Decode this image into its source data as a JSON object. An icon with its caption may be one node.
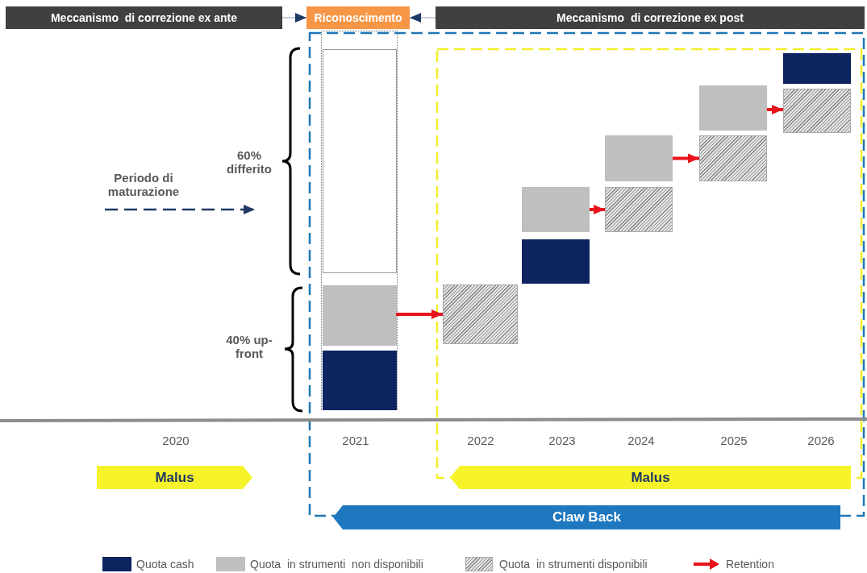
{
  "diagram": {
    "nodes": [
      {
        "text": [
          "Meccanismo  di correzione ex ante"
        ]
      },
      {
        "text": [
          "Riconoscimento"
        ]
      },
      {
        "text": [
          "Meccanismo  di correzione ex post"
        ]
      },
      {
        "text": [
          "Periodo di maturazione"
        ]
      },
      {
        "text": [
          "60% differito"
        ]
      },
      {
        "text": [
          "40% up-front"
        ]
      },
      {
        "text": [],
        "shape": "box"
      },
      {
        "text": [],
        "shape": "box",
        "in": 6
      },
      {
        "text": [],
        "shape": "box",
        "in": 6
      },
      {
        "text": [],
        "shape": "box",
        "in": 6
      },
      {
        "text": [],
        "shape": "box"
      },
      {
        "text": [],
        "shape": "box"
      },
      {
        "text": [],
        "shape": "box"
      },
      {
        "text": [],
        "shape": "box"
      },
      {
        "text": [],
        "shape": "box"
      },
      {
        "text": [],
        "shape": "box"
      },
      {
        "text": [],
        "shape": "box"
      },
      {
        "text": [],
        "shape": "box"
      },
      {
        "text": [],
        "shape": "box"
      },
      {
        "text": [
          "Malus"
        ]
      },
      {
        "text": [
          "Malus"
        ]
      },
      {
        "text": [
          "Claw Back"
        ]
      }
    ],
    "edges": [
      {
        "from": 0,
        "to": 1,
        "arrow": "to",
        "color": "#1f3864"
      },
      {
        "from": 2,
        "to": 1,
        "arrow": "to",
        "color": "#1f3864"
      },
      {
        "from": 3,
        "to": null,
        "arrow": "to",
        "style": "dashed",
        "color": "#1f3864"
      },
      {
        "from": 8,
        "to": 10,
        "arrow": "to"
      },
      {
        "from": 11,
        "to": 13,
        "arrow": "to"
      },
      {
        "from": 14,
        "to": 15,
        "arrow": "to"
      },
      {
        "from": 16,
        "to": 17,
        "arrow": "to"
      }
    ],
    "labels": [
      "2020",
      "2021",
      "2022",
      "2023",
      "2024",
      "2025",
      "2026"
    ],
    "legend": [
      {
        "text": "Quota cash",
        "color": "#0d2460"
      },
      {
        "text": "Quota  in strumenti  non disponibili",
        "color": "#bfbfbf"
      },
      {
        "text": "Quota  in strumenti disponibili"
      },
      {
        "text": "Retention"
      }
    ]
  }
}
